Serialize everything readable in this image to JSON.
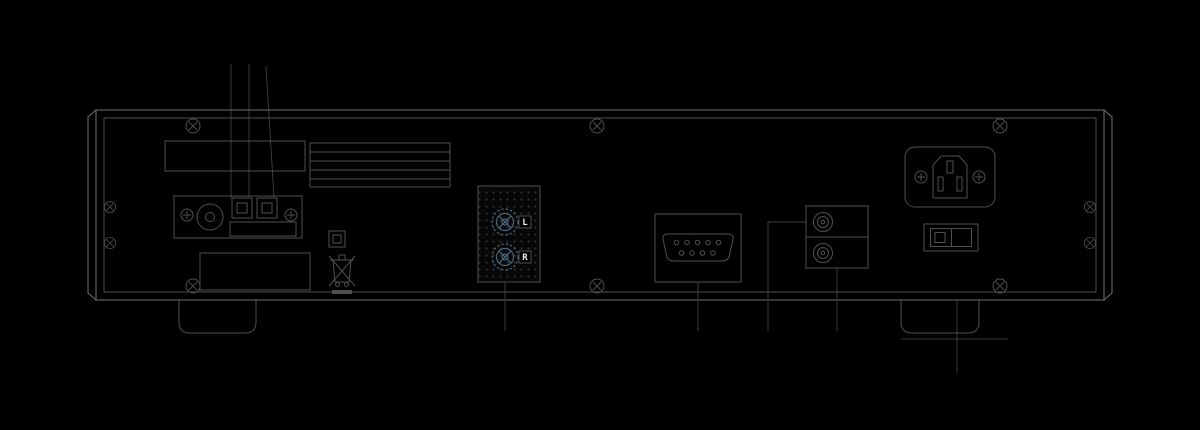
{
  "diagram": {
    "name": "audio-component-rear-panel-line-diagram",
    "labels": {
      "left_channel": "L",
      "right_channel": "R"
    }
  },
  "colors": {
    "bg": "#000000",
    "line": "#4f4f4f",
    "line-bright": "#5e5e5e",
    "line-dim": "#3a3a3a",
    "panel-dot": "#2e2e2e",
    "panel-fill": "#070707",
    "post-accent": "#47687f",
    "label-text": "#e8e8e8",
    "label-box": "#000000"
  },
  "components": [
    "model-label-plate",
    "spec-lines-plate",
    "round-input-jack",
    "square-port-left",
    "square-port-right",
    "terminal-slot",
    "optical-toslink-port",
    "weee-crossed-bin-icon",
    "serial-label-plate",
    "speaker-binding-post-left",
    "speaker-binding-post-right",
    "rs232-db9-port",
    "rca-jack-top",
    "rca-jack-bottom",
    "iec-power-inlet",
    "power-rocker-switch",
    "chassis-foot-left",
    "chassis-foot-right",
    "screw-icon"
  ]
}
